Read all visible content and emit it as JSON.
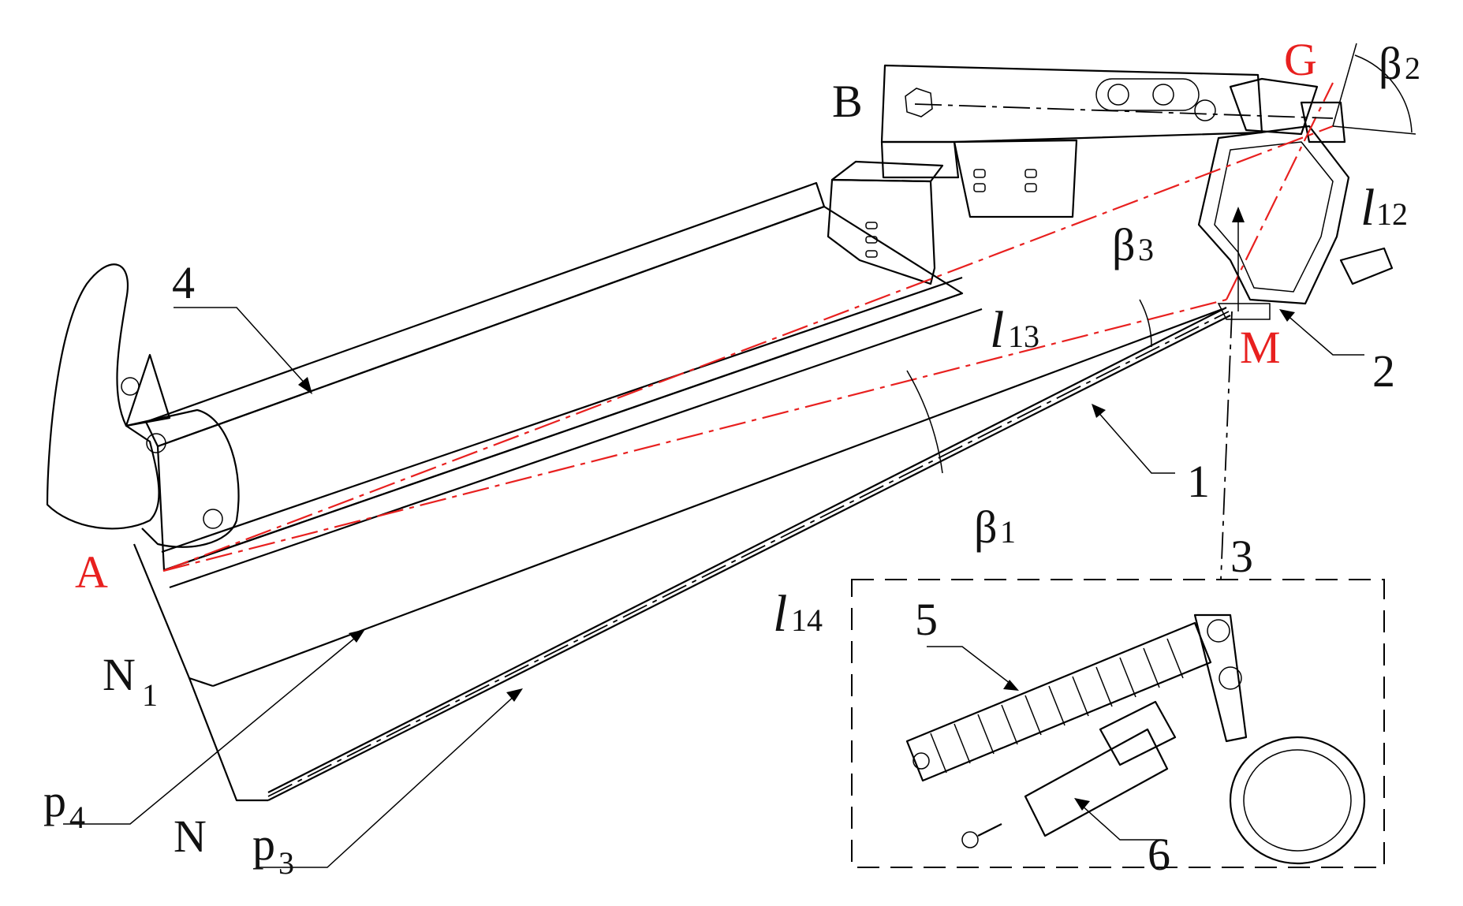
{
  "points": {
    "A": "A",
    "B": "B",
    "G": "G",
    "M": "M",
    "N": "N",
    "N1": "N",
    "N1_sub": "1"
  },
  "parts": {
    "p1": "1",
    "p2": "2",
    "p3": "3",
    "p4": "4",
    "p5": "5",
    "p6": "6"
  },
  "lengths": {
    "l12_base": "l",
    "l12_sub": "12",
    "l13_base": "l",
    "l13_sub": "13",
    "l14_base": "l",
    "l14_sub": "14"
  },
  "angles": {
    "beta_1": "β",
    "beta_1_sub": "1",
    "beta_2": "β",
    "beta_2_sub": "2",
    "beta_3": "β",
    "beta_3_sub": "3"
  },
  "forces": {
    "p3_base": "p",
    "p3_sub": "3",
    "p4_base": "p",
    "p4_sub": "4"
  },
  "colors": {
    "highlight": "#e8201f",
    "line": "#000000"
  }
}
